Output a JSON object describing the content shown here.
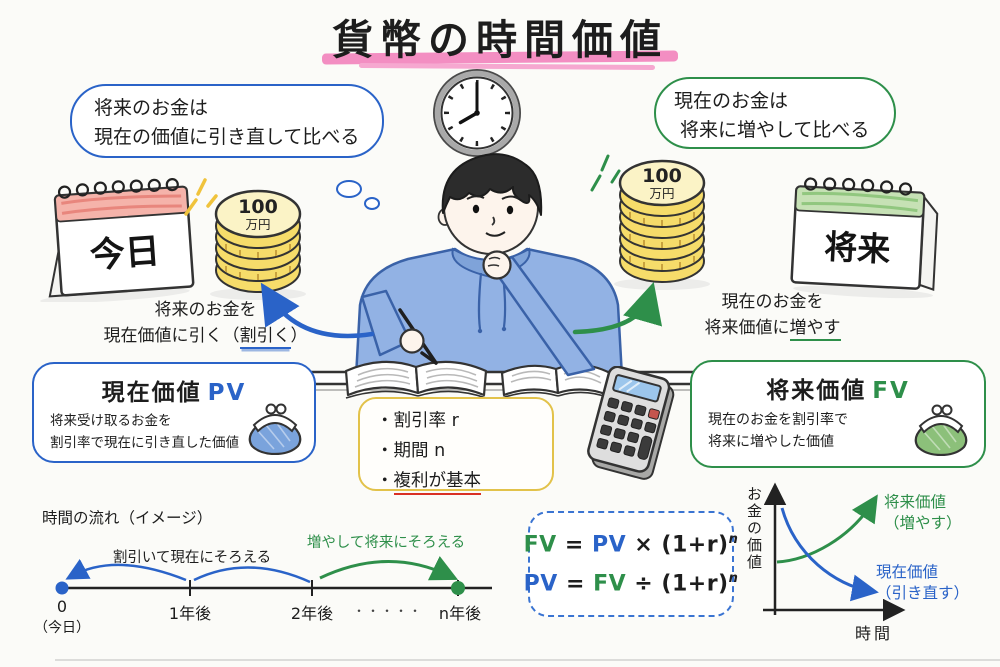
{
  "colors": {
    "blue": "#2a63c8",
    "green": "#2e8f4a",
    "red": "#d93025",
    "pink": "#f173b4",
    "yellow": "#e2c24a",
    "coin": "#f6dc6a"
  },
  "title": {
    "text": "貨幣の時間価値"
  },
  "thought_bubble": {
    "line1": "将来のお金は",
    "line2": "現在の価値に引き直して比べる"
  },
  "speech_bubble": {
    "line1": "現在のお金は",
    "line2": "将来に増やして比べる"
  },
  "calendar_today": {
    "label": "今日"
  },
  "calendar_future": {
    "label": "将来"
  },
  "coin_left": {
    "value": "100",
    "unit": "万円"
  },
  "coin_right": {
    "value": "100",
    "unit": "万円"
  },
  "caption_left": {
    "line1": "将来のお金を",
    "line2_pre": "現在価値に引く（",
    "line2_em": "割引く",
    "line2_post": "）"
  },
  "caption_right": {
    "line1": "現在のお金を",
    "line2_pre": "将来価値に",
    "line2_em": "増やす",
    "line2_post": ""
  },
  "pv_box": {
    "title": "現在価値",
    "abbr": "PV",
    "line1": "将来受け取るお金を",
    "line2": "割引率で現在に引き直した価値"
  },
  "fv_box": {
    "title": "将来価値",
    "abbr": "FV",
    "line1": "現在のお金を割引率で",
    "line2": "将来に増やした価値"
  },
  "params_box": {
    "bullet": "・",
    "item1": "割引率 r",
    "item2": "期間 n",
    "item3": "複利が基本"
  },
  "timeline": {
    "heading": "時間の流れ（イメージ）",
    "discount_label": "割引いて現在にそろえる",
    "grow_label": "増やして将来にそろえる",
    "tick0": "0",
    "tick0_sub": "（今日）",
    "tick1": "1年後",
    "tick2": "2年後",
    "dots": "・・・・・",
    "tickn": "n年後"
  },
  "formulas": {
    "fv": {
      "lhs": "FV",
      "eq": "=",
      "rhs": "PV",
      "op": "×",
      "base": "(1+r)",
      "exp": "n"
    },
    "pv": {
      "lhs": "PV",
      "eq": "=",
      "rhs": "FV",
      "op": "÷",
      "base": "(1+r)",
      "exp": "n"
    }
  },
  "graph": {
    "y_label": "お金の価値",
    "x_label": "時間",
    "fv_line1": "将来価値",
    "fv_line2": "（増やす）",
    "pv_line1": "現在価値",
    "pv_line2": "（引き直す）"
  }
}
